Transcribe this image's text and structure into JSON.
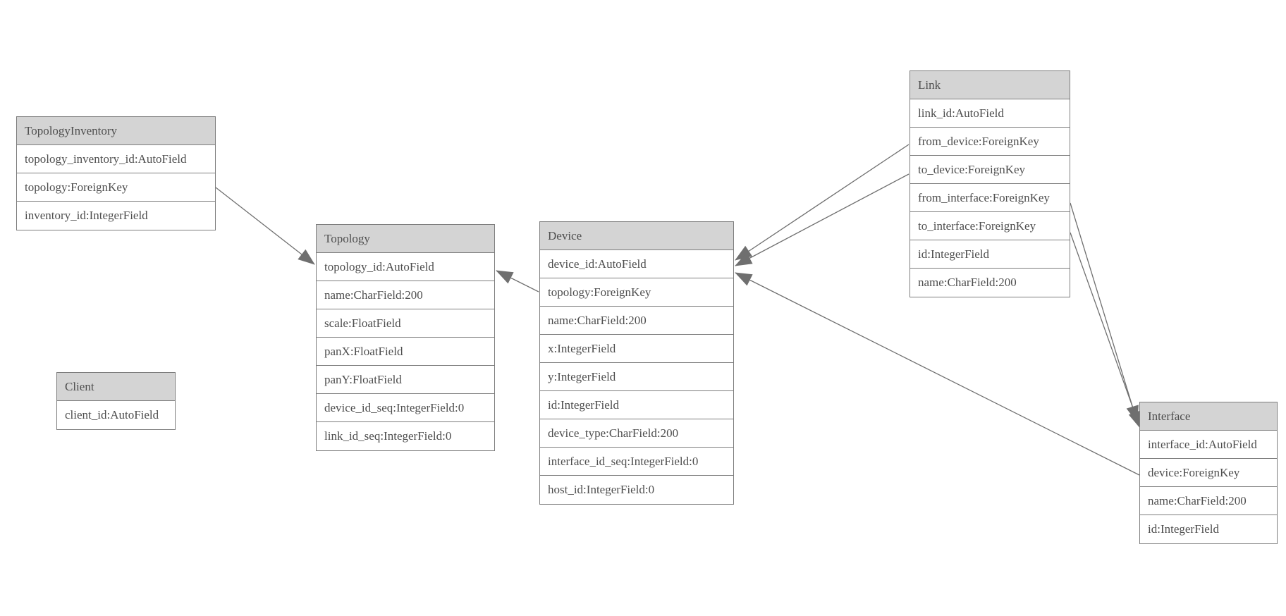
{
  "diagram_type": "entity-relationship-model",
  "colors": {
    "background": "#ffffff",
    "header_fill": "#d4d4d4",
    "row_fill": "#ffffff",
    "border": "#7d7d7d",
    "text": "#4e4e4e",
    "edge_line": "#6f6f6f",
    "arrowhead_fill": "#6f6f6f"
  },
  "entities": [
    {
      "name": "TopologyInventory",
      "fields": [
        "topology_inventory_id:AutoField",
        "topology:ForeignKey",
        "inventory_id:IntegerField"
      ]
    },
    {
      "name": "Topology",
      "fields": [
        "topology_id:AutoField",
        "name:CharField:200",
        "scale:FloatField",
        "panX:FloatField",
        "panY:FloatField",
        "device_id_seq:IntegerField:0",
        "link_id_seq:IntegerField:0"
      ]
    },
    {
      "name": "Client",
      "fields": [
        "client_id:AutoField"
      ]
    },
    {
      "name": "Device",
      "fields": [
        "device_id:AutoField",
        "topology:ForeignKey",
        "name:CharField:200",
        "x:IntegerField",
        "y:IntegerField",
        "id:IntegerField",
        "device_type:CharField:200",
        "interface_id_seq:IntegerField:0",
        "host_id:IntegerField:0"
      ]
    },
    {
      "name": "Link",
      "fields": [
        "link_id:AutoField",
        "from_device:ForeignKey",
        "to_device:ForeignKey",
        "from_interface:ForeignKey",
        "to_interface:ForeignKey",
        "id:IntegerField",
        "name:CharField:200"
      ]
    },
    {
      "name": "Interface",
      "fields": [
        "interface_id:AutoField",
        "device:ForeignKey",
        "name:CharField:200",
        "id:IntegerField"
      ]
    }
  ],
  "relations": [
    {
      "from_entity": "TopologyInventory",
      "from_field": "topology",
      "to_entity": "Topology"
    },
    {
      "from_entity": "Device",
      "from_field": "topology",
      "to_entity": "Topology"
    },
    {
      "from_entity": "Link",
      "from_field": "from_device",
      "to_entity": "Device"
    },
    {
      "from_entity": "Link",
      "from_field": "to_device",
      "to_entity": "Device"
    },
    {
      "from_entity": "Link",
      "from_field": "from_interface",
      "to_entity": "Interface"
    },
    {
      "from_entity": "Link",
      "from_field": "to_interface",
      "to_entity": "Interface"
    },
    {
      "from_entity": "Interface",
      "from_field": "device",
      "to_entity": "Device"
    }
  ]
}
